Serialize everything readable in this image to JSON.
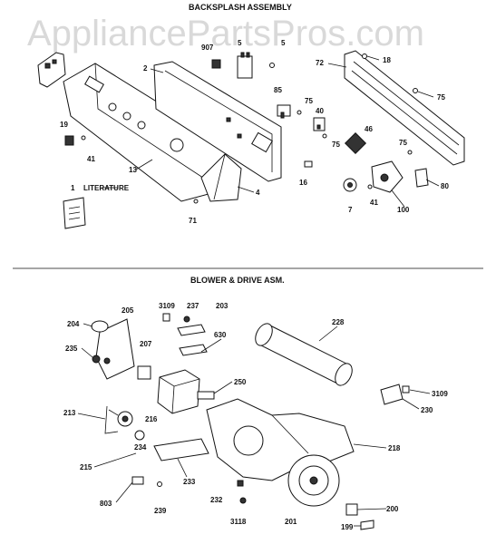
{
  "watermark": "AppliancePartsPros.com",
  "sections": {
    "backsplash_title": "BACKSPLASH ASSEMBLY",
    "blower_title": "BLOWER & DRIVE ASM."
  },
  "backsplash_labels": {
    "l907": "907",
    "l5a": "5",
    "l5b": "5",
    "l2": "2",
    "l72": "72",
    "l18": "18",
    "l85": "85",
    "l75a": "75",
    "l40": "40",
    "l75b": "75",
    "l75c": "75",
    "l19": "19",
    "l41a": "41",
    "l46": "46",
    "l75d": "75",
    "l13": "13",
    "l16": "16",
    "l80": "80",
    "l1": "1",
    "literature": "LITERATURE",
    "l4": "4",
    "l7": "7",
    "l41b": "41",
    "l100": "100",
    "l71": "71"
  },
  "blower_labels": {
    "l3109a": "3109",
    "l237": "237",
    "l203": "203",
    "l205": "205",
    "l204": "204",
    "l228": "228",
    "l630": "630",
    "l207": "207",
    "l235": "235",
    "l250": "250",
    "l3109b": "3109",
    "l230": "230",
    "l213": "213",
    "l216": "216",
    "l234": "234",
    "l218": "218",
    "l215": "215",
    "l233": "233",
    "l232": "232",
    "l803": "803",
    "l239": "239",
    "l3118": "3118",
    "l201": "201",
    "l200": "200",
    "l199": "199"
  }
}
